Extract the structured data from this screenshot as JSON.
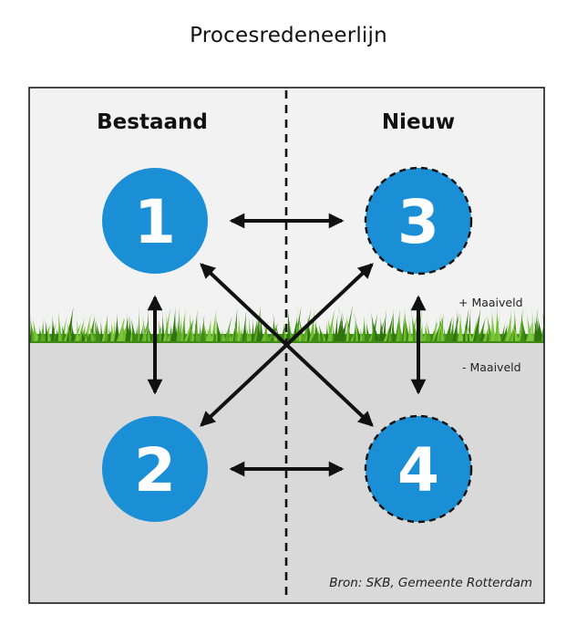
{
  "title": "Procesredeneerlijn",
  "columns": {
    "existing": "Bestaand",
    "new": "Nieuw"
  },
  "nodes": [
    {
      "id": "1",
      "label": "1",
      "column": "existing",
      "level": "above-ground",
      "outline": "solid"
    },
    {
      "id": "2",
      "label": "2",
      "column": "existing",
      "level": "below-ground",
      "outline": "solid"
    },
    {
      "id": "3",
      "label": "3",
      "column": "new",
      "level": "above-ground",
      "outline": "dashed"
    },
    {
      "id": "4",
      "label": "4",
      "column": "new",
      "level": "below-ground",
      "outline": "dashed"
    }
  ],
  "edges": [
    {
      "from": "1",
      "to": "3",
      "direction": "both"
    },
    {
      "from": "2",
      "to": "4",
      "direction": "both"
    },
    {
      "from": "1",
      "to": "2",
      "direction": "both"
    },
    {
      "from": "3",
      "to": "4",
      "direction": "both"
    },
    {
      "from": "1",
      "to": "4",
      "direction": "both"
    },
    {
      "from": "3",
      "to": "2",
      "direction": "both"
    }
  ],
  "levels": {
    "above": "+ Maaiveld",
    "below": "- Maaiveld"
  },
  "source": "Bron: SKB, Gemeente Rotterdam",
  "colors": {
    "circle_fill": "#1a8fd6",
    "sky": "#f2f2f2",
    "ground": "#d9d9d9",
    "grass": "#4d9a1e",
    "frame": "#1a1a1a",
    "arrow": "#111111"
  }
}
